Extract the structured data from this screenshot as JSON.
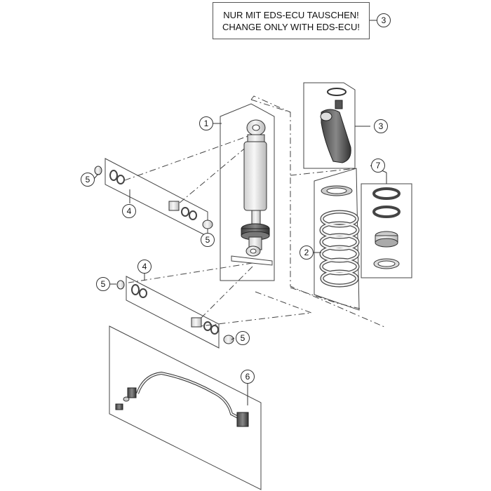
{
  "notice": {
    "line_de": "NUR MIT EDS-ECU TAUSCHEN!",
    "line_en": "CHANGE ONLY WITH EDS-ECU!",
    "ref": "3"
  },
  "callouts": {
    "shock_absorber": "1",
    "spring": "2",
    "eds_unit": "3",
    "bushing_kit_upper": "4",
    "bushing_kit_lower": "4",
    "bolt_upper_left": "5",
    "bolt_upper_right": "5",
    "bolt_lower_left": "5",
    "bolt_lower_right": "5",
    "wiring_harness": "6",
    "spring_retainer_kit": "7"
  },
  "colors": {
    "line": "#333333",
    "part_fill": "#e8e8e8",
    "part_shade": "#bdbdbd",
    "accent": "#f0f0f0"
  }
}
